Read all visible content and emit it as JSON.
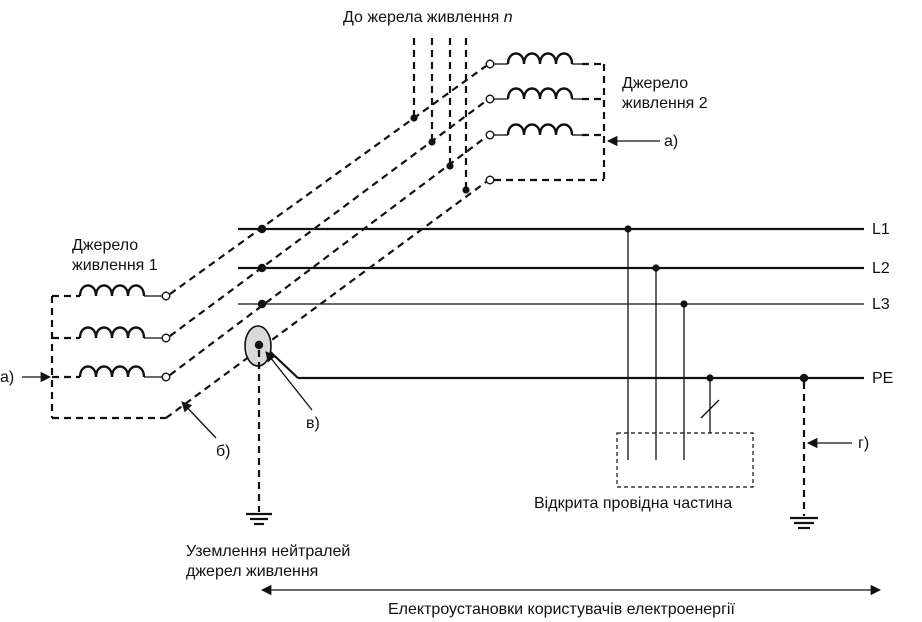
{
  "labels": {
    "to_source_n_prefix": "До жерела живлення ",
    "to_source_n_var": "n",
    "source2_line1": "Джерело",
    "source2_line2": "живлення 2",
    "source1_line1": "Джерело",
    "source1_line2": "живлення 1",
    "mark_a_right": "а)",
    "mark_a_left": "а)",
    "mark_b": "б)",
    "mark_v": "в)",
    "mark_g": "г)",
    "L1": "L1",
    "L2": "L2",
    "L3": "L3",
    "PE": "PE",
    "exposed_part": "Відкрита провідна частина",
    "grounding_line1": "Уземлення нейтралей",
    "grounding_line2": "джерел живлення",
    "installations": "Електроустановки користувачів електроенергії"
  }
}
